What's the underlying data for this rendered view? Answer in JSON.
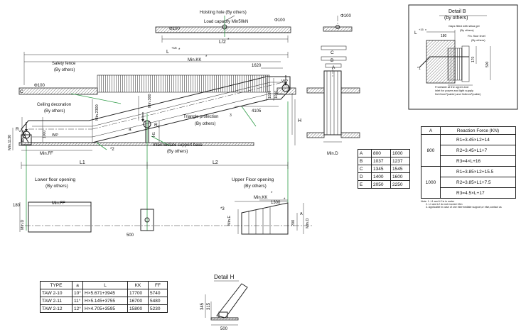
{
  "side_view": {
    "hoisting_hole": "Hoisting hole (By others)",
    "load_capacity": "Load capacity Min50kN",
    "l2_half": "L/2",
    "l2_star": "*",
    "phi100_a": "Φ100",
    "phi100_b": "Φ100",
    "phi100_c": "Φ100",
    "phi100_d": "Φ100",
    "min_kk": "Min.KK",
    "min_kk_star": "*",
    "dim_l": "L",
    "dim_l_sup": "+15",
    "dim_l_star": "*",
    "dim_1620": "1620",
    "safety_fence": "Safety fence",
    "by_others_1": "(By others)",
    "ceiling_decoration": "Ceiling decoration",
    "by_others_2": "(By others)",
    "min300": "Min.300",
    "min2300": "Min.2300",
    "triangle_protection": "Triangle protection",
    "triangle_num": "3",
    "by_others_3": "(By others)",
    "dim_4105": "4105",
    "dim_1000a": "1000",
    "dim_1030a": "1030",
    "dim_1000b": "1000",
    "dim_1030b": "1030",
    "min1130": "Min.1130",
    "min_ff": "Min.FF",
    "r1": "R",
    "r1_sub": "1",
    "r2": "R",
    "r2_sub": "2",
    "r3": "R",
    "r3_sub": "3",
    "alpha": "a",
    "h1": "H1",
    "h": "H",
    "wp_a": "WP",
    "wp_b": "WP",
    "b_label": "B",
    "c_label": "C",
    "star2": "*2",
    "intermediate_support": "Intermediate support base",
    "by_others_4": "(By others)",
    "l1": "L1",
    "l2": "L2"
  },
  "section_view": {
    "phi100": "Φ100",
    "c": "C",
    "b": "B",
    "a": "A",
    "h": "H",
    "min_d": "Min.D"
  },
  "detail_b": {
    "title": "Detail B",
    "subtitle": "(by others)",
    "l_label": "L",
    "l_sup": "+15",
    "l_star": "*",
    "dim_180": "180",
    "dim_170": "170",
    "dim_500": "500",
    "star1": "*1",
    "gaps": "Gaps filled with silica gel",
    "gaps_by": "(By others)",
    "fin_floor": "Fin. floor level",
    "fin_by": "(By others)",
    "frontside_1": "Frontside at the upper and",
    "frontside_2": "inlet for power and light supply",
    "frontside_3": "5x10mm²(cable) and 3x6mm²(cable)"
  },
  "abde_table": {
    "rows": [
      [
        "A",
        "800",
        "1000"
      ],
      [
        "B",
        "1037",
        "1237"
      ],
      [
        "C",
        "1345",
        "1545"
      ],
      [
        "D",
        "1400",
        "1600"
      ],
      [
        "E",
        "2050",
        "2250"
      ]
    ]
  },
  "reaction_table": {
    "header_a": "A",
    "header_rf": "Reaction Force (KN)",
    "groups": [
      {
        "a": "800",
        "rows": [
          "R1=3.45×L2+14",
          "R2=3.45×L1+7",
          "R3=4×L+16"
        ]
      },
      {
        "a": "1000",
        "rows": [
          "R1=3.85×L2+15.5",
          "R2=3.85×L1+7.5",
          "R3=4.5×L+17"
        ]
      }
    ],
    "notes": [
      "Note: 1. L1 and L2 is in meter",
      "2. L1 and L2 do not exceed 15m",
      "3. Applicable in case of one intermediate support,or else,contact us"
    ]
  },
  "plan_view": {
    "lower_title": "Lower floor opening",
    "lower_by": "(By others)",
    "upper_title": "Upper Floor opening",
    "upper_by": "(By others)",
    "dim_180": "180",
    "min_ff": "Min.FF",
    "min_d_a": "Min.D",
    "dim_500": "500",
    "star3": "*3",
    "min_kk": "Min.KK",
    "min_kk_star": "*",
    "dim_1300": "1300",
    "dim_1300_star": "*",
    "min_e": "Min.E",
    "dim_200": "200",
    "dim_a": "A",
    "min_d_b": "Min.D"
  },
  "type_table": {
    "headers": [
      "TYPE",
      "a",
      "L",
      "KK",
      "FF"
    ],
    "rows": [
      [
        "TAW 2-10",
        "10°",
        "H×5.671+3945",
        "17700",
        "5740"
      ],
      [
        "TAW 2-11",
        "11°",
        "H×5.145+3755",
        "16700",
        "5480"
      ],
      [
        "TAW 2-12",
        "12°",
        "H×4.705+3595",
        "15800",
        "5230"
      ]
    ]
  },
  "detail_h": {
    "title": "Detail H",
    "dim_345": "345",
    "dim_315": "315",
    "dim_500": "500"
  }
}
